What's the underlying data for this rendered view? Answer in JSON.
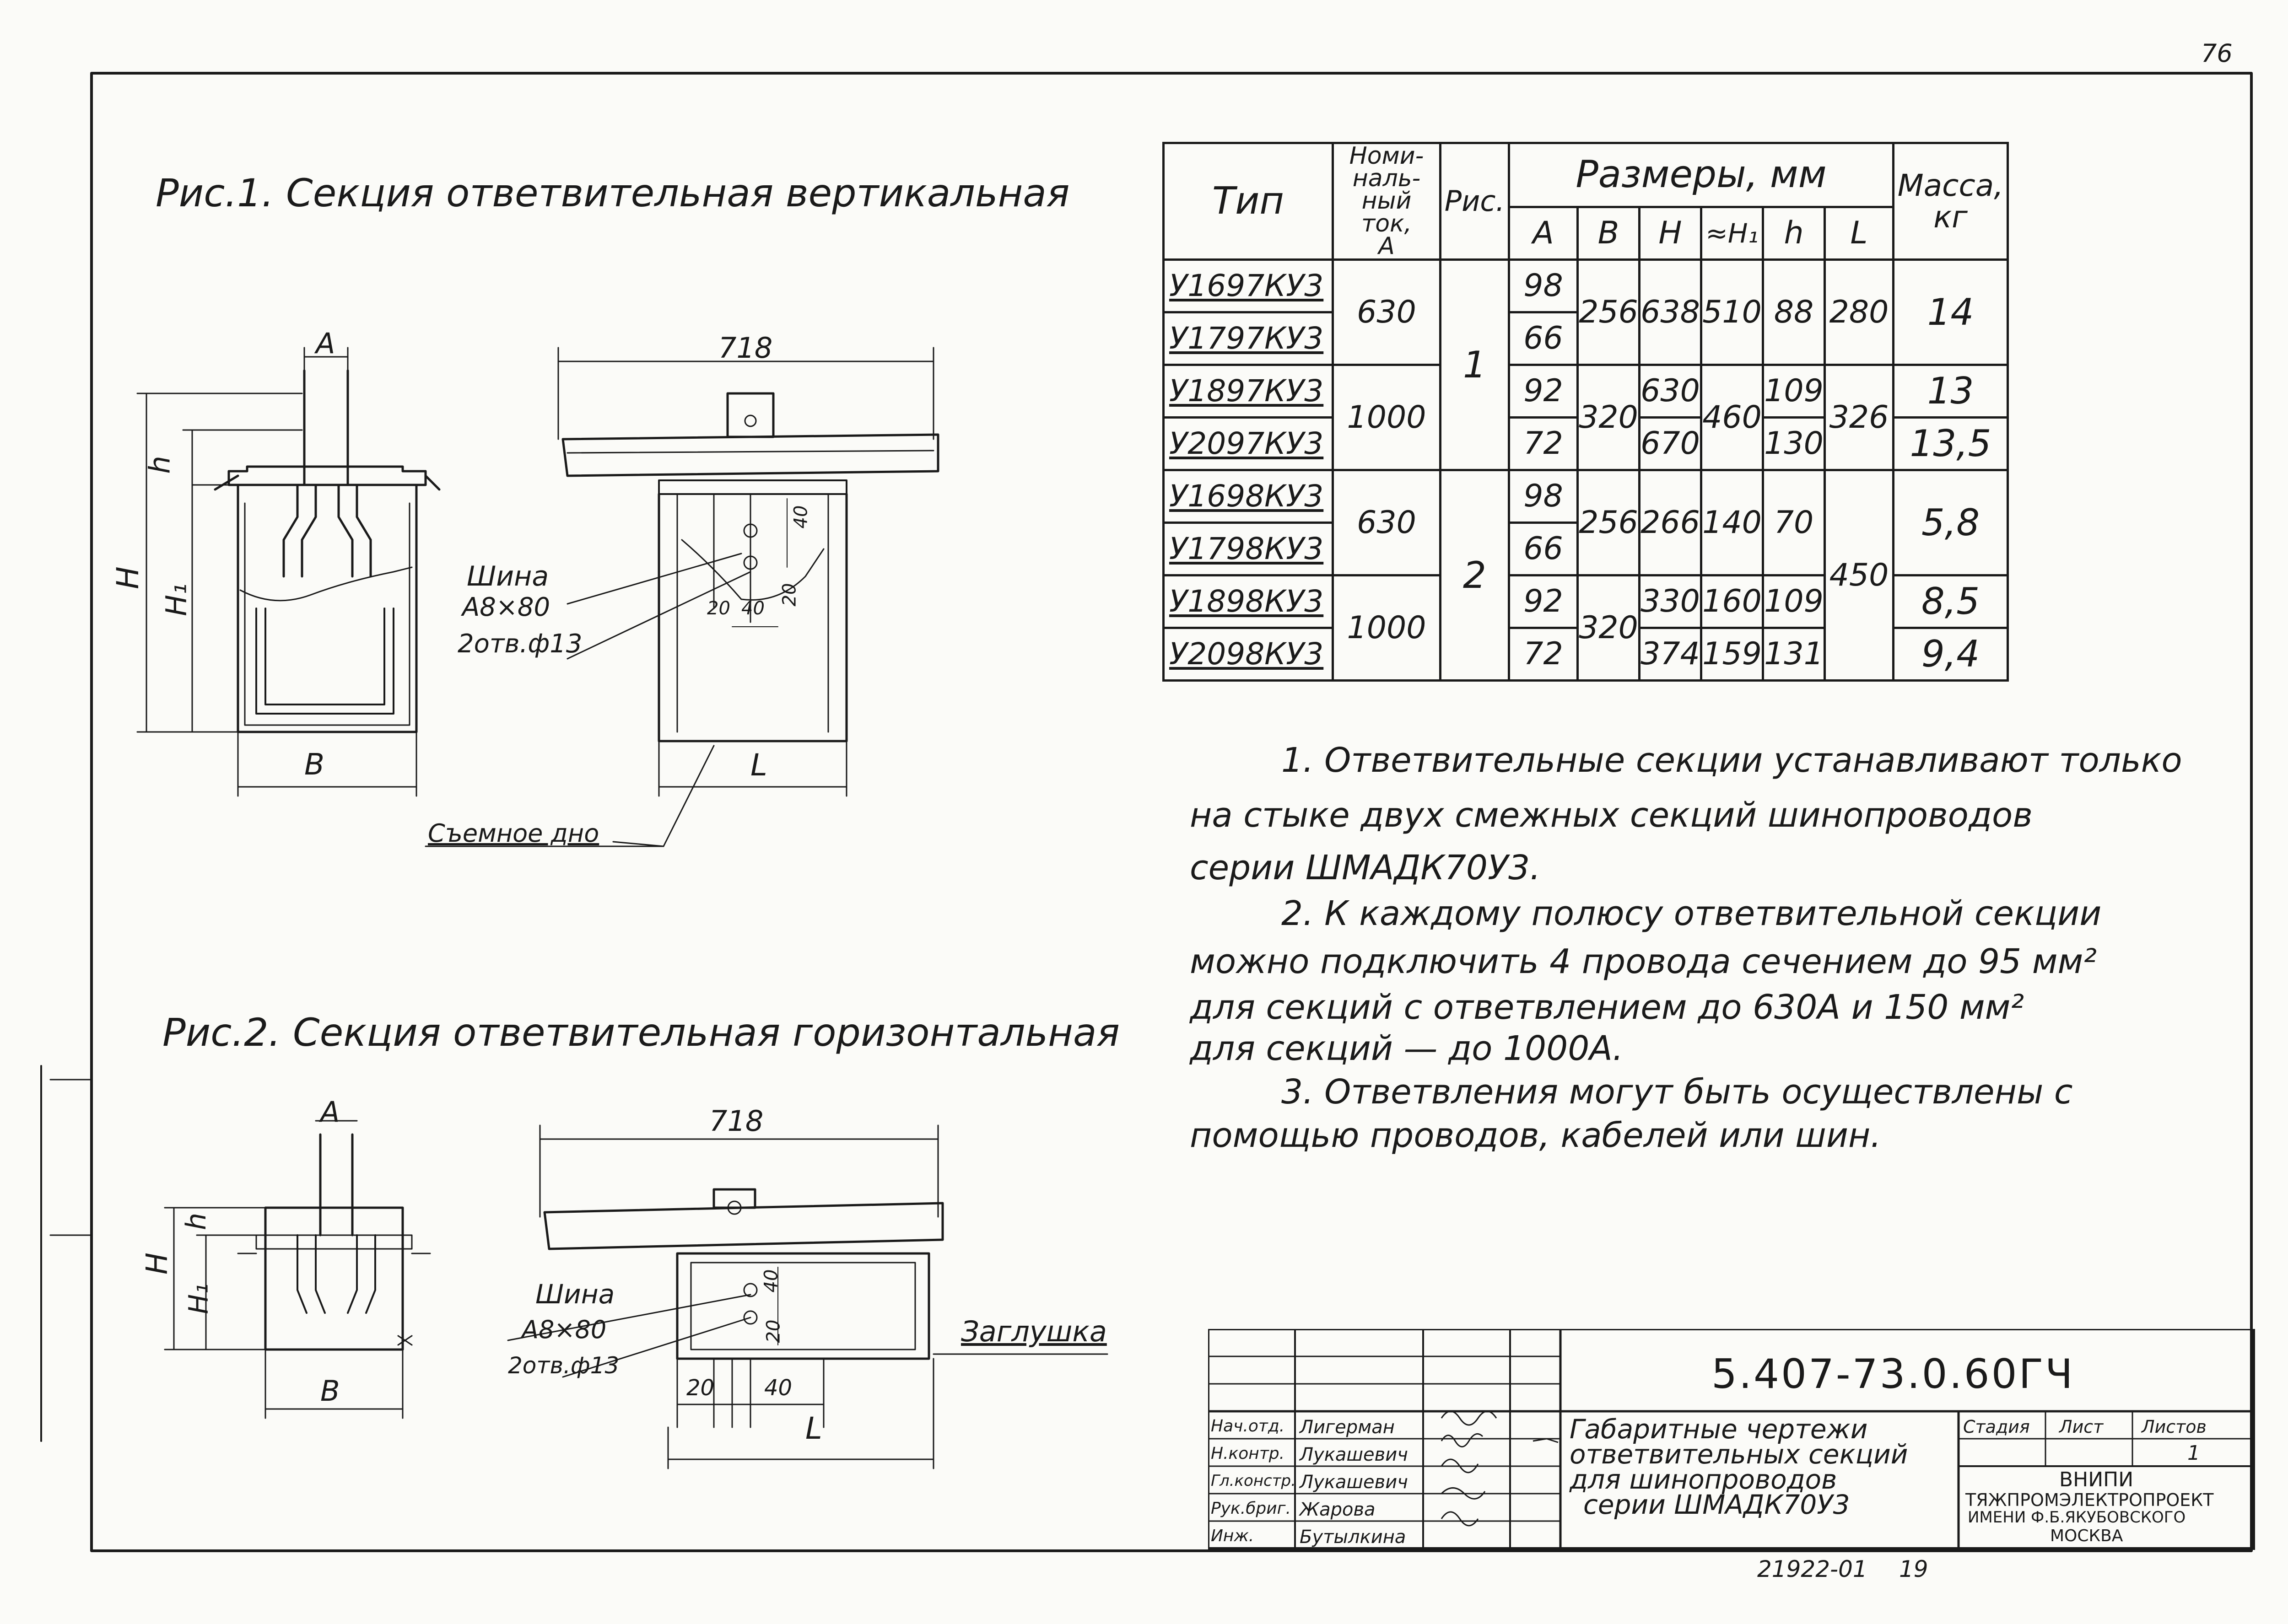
{
  "sheet": {
    "corner_number": "76"
  },
  "fig1": {
    "title": "Рис.1. Секция ответвительная вертикальная",
    "dims": {
      "A": "A",
      "h": "h",
      "H": "H",
      "H1": "H₁",
      "B": "B",
      "len": "718",
      "L": "L",
      "d40": "40",
      "d20a": "20",
      "d40b": "40",
      "d20b": "20"
    },
    "callouts": {
      "bus_1": "Шина",
      "bus_2": "А8×80",
      "holes": "2отв.ф13",
      "bottom": "Съемное дно"
    }
  },
  "fig2": {
    "title": "Рис.2. Секция ответвительная горизонтальная",
    "dims": {
      "A": "A",
      "h": "h",
      "H": "H",
      "H1": "H₁",
      "B": "B",
      "len": "718",
      "L": "L",
      "d40": "40",
      "d20": "20",
      "b20": "20",
      "b40": "40"
    },
    "callouts": {
      "bus_1": "Шина",
      "bus_2": "А8×80",
      "holes": "2отв.ф13",
      "plug": "Заглушка"
    }
  },
  "table": {
    "h_type": "Тип",
    "h_current": [
      "Номи-",
      "наль-",
      "ный",
      "ток,",
      "А"
    ],
    "h_fig": "Рис.",
    "h_dims": "Размеры, мм",
    "h_mass": [
      "Масса,",
      "кг"
    ],
    "cols": [
      "A",
      "B",
      "H",
      "≈H₁",
      "h",
      "L"
    ],
    "rows": [
      {
        "type": "У1697КУ3",
        "A": "98"
      },
      {
        "type": "У1797КУ3",
        "A": "66"
      },
      {
        "type": "У1897КУ3",
        "A": "92"
      },
      {
        "type": "У2097КУ3",
        "A": "72"
      },
      {
        "type": "У1698КУ3",
        "A": "98"
      },
      {
        "type": "У1798КУ3",
        "A": "66"
      },
      {
        "type": "У1898КУ3",
        "A": "92"
      },
      {
        "type": "У2098КУ3",
        "A": "72"
      }
    ],
    "g": {
      "cur_630a": "630",
      "cur_1000a": "1000",
      "cur_630b": "630",
      "cur_1000b": "1000",
      "fig1": "1",
      "fig2": "2",
      "b1": "256",
      "b2": "320",
      "b3": "256",
      "b4": "320",
      "h1a": "638",
      "h1b": "510",
      "hh1": "88",
      "l1": "280",
      "m1": "14",
      "H_3": "630",
      "H_4": "670",
      "H1_34": "460",
      "h_3": "109",
      "h_4": "130",
      "l34": "326",
      "m3": "13",
      "m4": "13,5",
      "H_56": "266",
      "H1_56": "140",
      "h_56": "70",
      "m56": "5,8",
      "l58": "450",
      "H_7": "330",
      "H1_7": "160",
      "h_7": "109",
      "m7": "8,5",
      "H_8": "374",
      "H1_8": "159",
      "h_8": "131",
      "m8": "9,4"
    }
  },
  "notes": [
    "1. Ответвительные секции устанавливают только",
    "на стыке двух смежных секций шинопроводов",
    "серии ШМАДК70У3.",
    "2. К каждому полюсу ответвительной секции",
    "можно подключить 4 провода сечением до 95 мм²",
    "для секций с ответвлением до 630А и 150 мм²",
    "для секций — до 1000А.",
    "3. Ответвления могут быть осуществлены с",
    "помощью проводов, кабелей или шин."
  ],
  "title_block": {
    "doc_code": "5.407-73.0.60ГЧ",
    "doc_title": [
      "Габаритные чертежи",
      "ответвительных секций",
      "для шинопроводов",
      "серии ШМАДК70У3"
    ],
    "stage_h": "Стадия",
    "sheet_h": "Лист",
    "sheets_h": "Листов",
    "sheets_v": "1",
    "roles": [
      "Нач.отд.",
      "Н.контр.",
      "Гл.констр.",
      "Рук.бриг.",
      "Инж."
    ],
    "names": [
      "Лигерман",
      "Лукашевич",
      "Лукашевич",
      "Жарова",
      "Бутылкина"
    ],
    "org": [
      "ВНИПИ",
      "ТЯЖПРОМЭЛЕКТРОПРОЕКТ",
      "ИМЕНИ Ф.Б.ЯКУБОВСКОГО",
      "МОСКВА"
    ]
  },
  "footer": {
    "number": "21922-01",
    "page": "19"
  }
}
